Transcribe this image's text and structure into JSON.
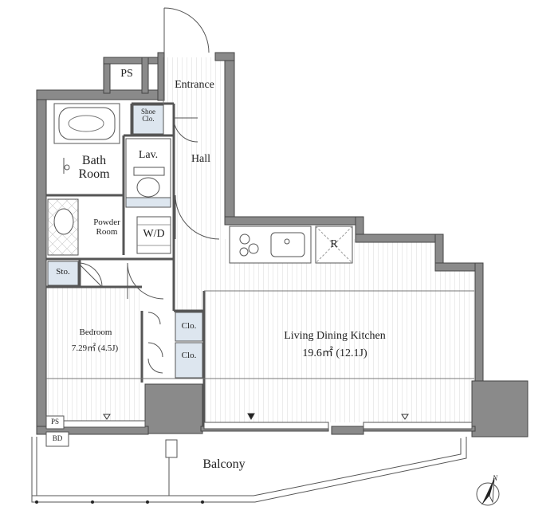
{
  "rooms": {
    "ps_top": "PS",
    "entrance": "Entrance",
    "shoe_closet": [
      "Shoe",
      "Clo."
    ],
    "bath_room": [
      "Bath",
      "Room"
    ],
    "lavatory": "Lav.",
    "hall": "Hall",
    "powder_room": [
      "Powder",
      "Room"
    ],
    "washer_dryer": "W/D",
    "storage": "Sto.",
    "refrigerator": "R",
    "bedroom": "Bedroom",
    "bedroom_area": "7.29㎡ (4.5J)",
    "closet_upper": "Clo.",
    "closet_lower": "Clo.",
    "ldk": "Living Dining Kitchen",
    "ldk_area": "19.6㎡ (12.1J)",
    "ps_bottom": "PS",
    "bd": "BD",
    "balcony": "Balcony"
  },
  "compass": {
    "label": "N"
  },
  "colors": {
    "wall": "#8a8a8a",
    "wall_edge": "#444444",
    "fixture_fill": "#dde6ef",
    "floor_line": "#d6d6d6",
    "line": "#555555"
  }
}
